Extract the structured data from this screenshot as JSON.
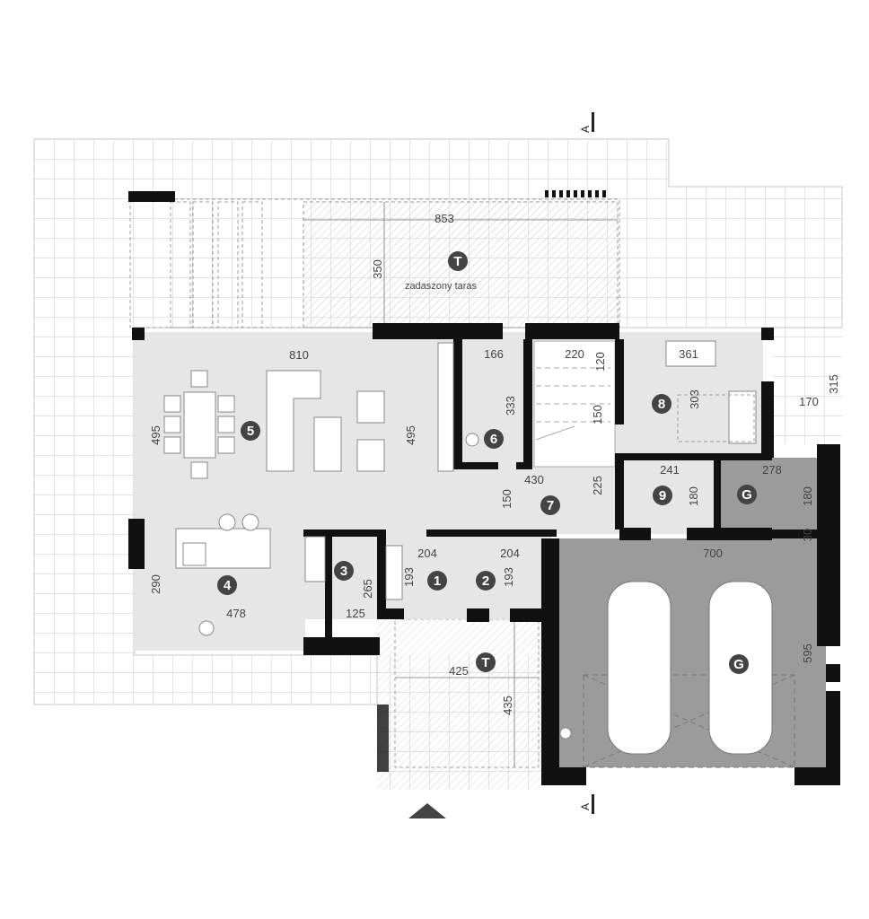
{
  "section_marker": {
    "top": "A",
    "bottom": "A"
  },
  "terrace": {
    "marker": "T",
    "caption": "zadaszony taras",
    "width": "853",
    "depth": "350"
  },
  "entrance_terrace": {
    "marker": "T",
    "width": "425",
    "depth": "435"
  },
  "rooms": [
    {
      "marker": "1"
    },
    {
      "marker": "2"
    },
    {
      "marker": "3"
    },
    {
      "marker": "4"
    },
    {
      "marker": "5"
    },
    {
      "marker": "6"
    },
    {
      "marker": "7"
    },
    {
      "marker": "8"
    },
    {
      "marker": "9"
    },
    {
      "marker": "G"
    },
    {
      "marker": "G"
    }
  ],
  "dimensions": {
    "living_width": "810",
    "living_depth_left": "495",
    "living_depth_right": "495",
    "kitchen_depth": "290",
    "kitchen_width": "478",
    "pantry_width": "125",
    "pantry_depth": "265",
    "hall1_width": "204",
    "hall1_depth": "193",
    "hall2_width": "204",
    "hall2_depth": "193",
    "bath6_width": "166",
    "bath6_depth": "333",
    "stair_width": "220",
    "stair_a": "120",
    "stair_b": "150",
    "hall7_width": "430",
    "hall7_a": "150",
    "hall7_b": "225",
    "room8_width": "361",
    "room8_depth": "303",
    "porch_width": "170",
    "porch_depth": "315",
    "wc9_width": "241",
    "wc9_depth": "180",
    "tech_width": "278",
    "tech_depth": "180",
    "tech_gap": "30",
    "garage_width": "700",
    "garage_depth": "595"
  },
  "colors": {
    "interior": "#e6e6e6",
    "garage": "#9b9b9b",
    "wall": "#111111",
    "marker": "#444444",
    "grid": "#c8c8c8"
  }
}
